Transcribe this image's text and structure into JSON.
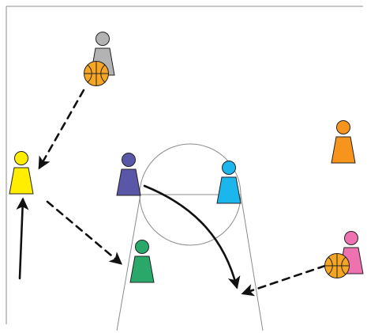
{
  "diagram": {
    "court": {
      "line_color": "#8c8c8c",
      "background": "#ffffff"
    },
    "players": [
      {
        "id": "gray",
        "color": "#b3b3b3",
        "has_ball": true,
        "role": "passer"
      },
      {
        "id": "yellow",
        "color": "#ffee00",
        "has_ball": false,
        "role": "receiver"
      },
      {
        "id": "purple",
        "color": "#5a57a8",
        "has_ball": false,
        "role": "cutter"
      },
      {
        "id": "blue",
        "color": "#1bb6ec",
        "has_ball": false,
        "role": "player"
      },
      {
        "id": "green",
        "color": "#2aa86a",
        "has_ball": false,
        "role": "receiver"
      },
      {
        "id": "orange",
        "color": "#f7941d",
        "has_ball": false,
        "role": "player"
      },
      {
        "id": "pink",
        "color": "#ee72b0",
        "has_ball": true,
        "role": "passer"
      }
    ],
    "movements": [
      {
        "id": "pass-gray-to-yellow",
        "type": "pass",
        "style": "dashed"
      },
      {
        "id": "pass-yellow-to-green",
        "type": "pass",
        "style": "dashed"
      },
      {
        "id": "pass-pink-to-lane",
        "type": "pass",
        "style": "dashed"
      },
      {
        "id": "cut-yellow-up",
        "type": "cut",
        "style": "solid"
      },
      {
        "id": "cut-purple-to-lane",
        "type": "cut",
        "style": "solid"
      }
    ],
    "ball_color": "#f6a623"
  }
}
